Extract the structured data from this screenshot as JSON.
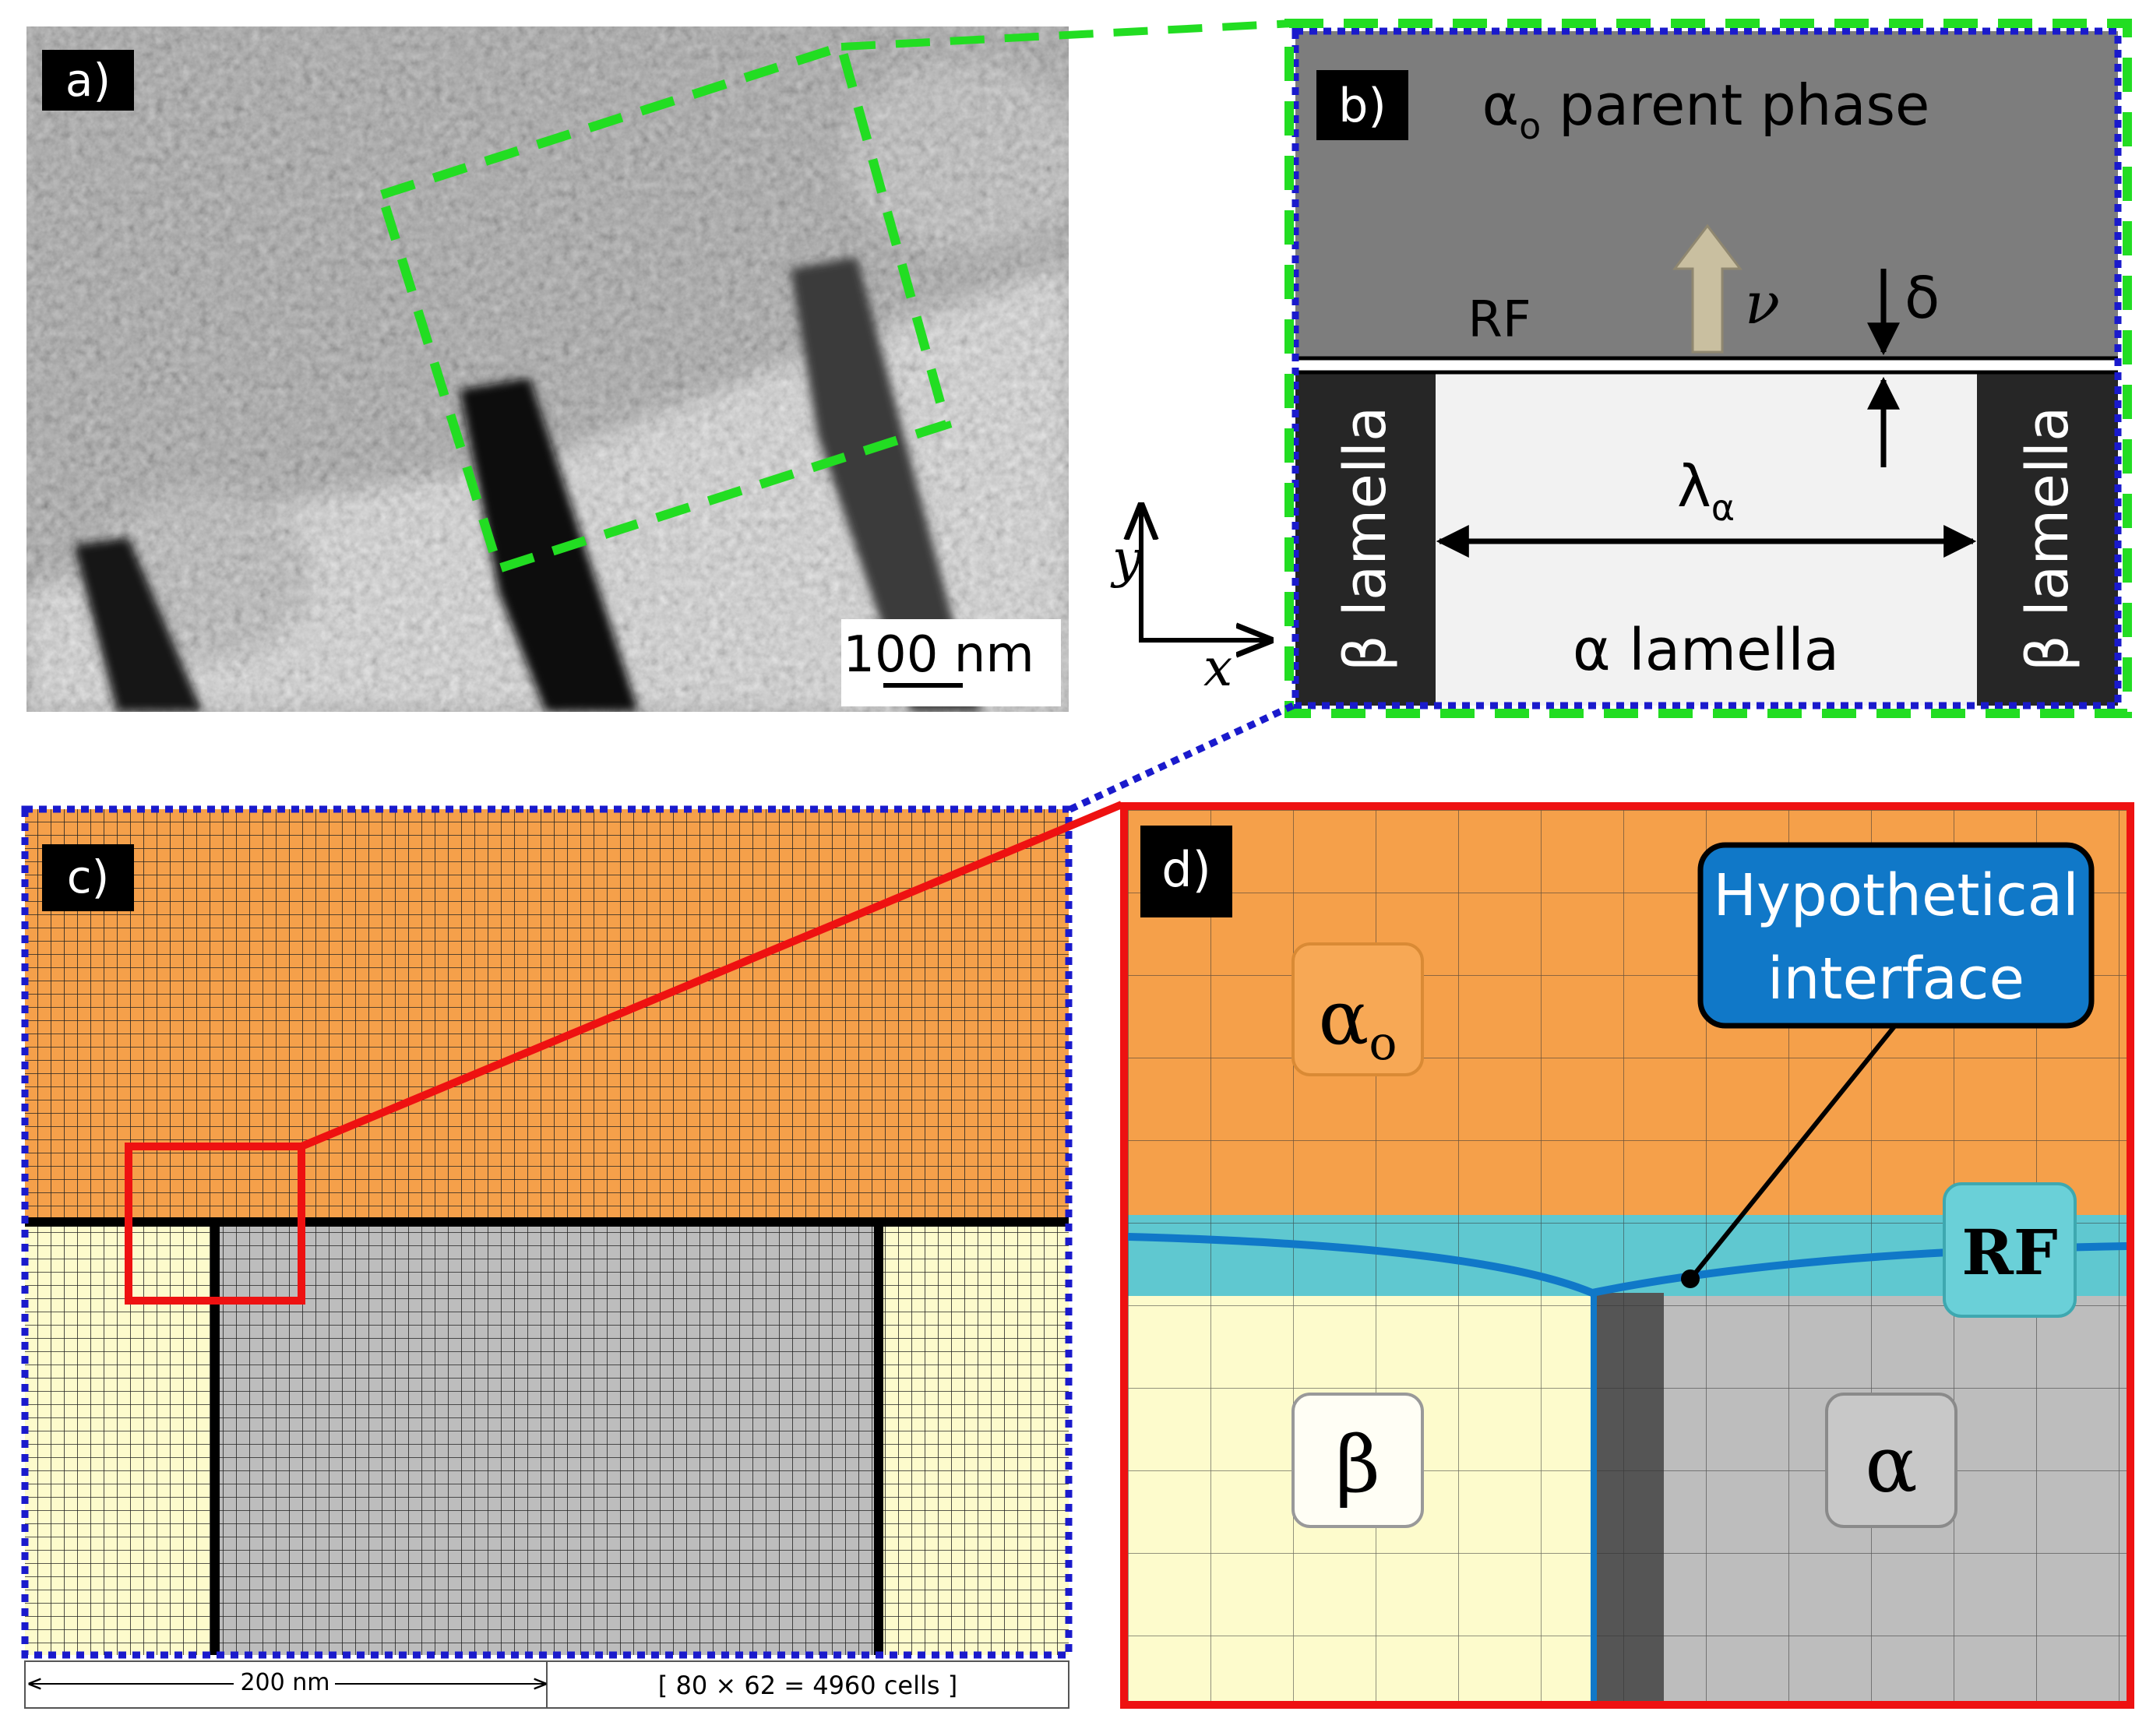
{
  "panel_a": {
    "label": "a)",
    "scale_bar": "100 nm"
  },
  "panel_b": {
    "label": "b)",
    "parent_phase": "α",
    "parent_phase_sub": "o",
    "parent_phase_rest": " parent phase",
    "rf": "RF",
    "velocity": "ν",
    "delta": "δ",
    "lambda": "λ",
    "lambda_sub": "α",
    "beta_lamella": "β lamella",
    "alpha_lamella": "α lamella",
    "axis_x": "x",
    "axis_y": "y"
  },
  "panel_c": {
    "label": "c)",
    "dimension": "200 nm",
    "cells": "[ 80 × 62 = 4960 cells ]"
  },
  "panel_d": {
    "label": "d)",
    "alpha_o": "α",
    "alpha_o_sub": "o",
    "callout_line1": "Hypothetical",
    "callout_line2": "interface",
    "rf": "RF",
    "beta": "β",
    "alpha": "α"
  },
  "colors": {
    "green_dash": "#22dd22",
    "blue_dot": "#1a1acc",
    "red": "#ee1111",
    "orange": "#f5a04a",
    "cream": "#fdfbcc",
    "gray": "#bdbdbd",
    "teal": "#5fc8d0",
    "blue_callout": "#1078c8"
  }
}
